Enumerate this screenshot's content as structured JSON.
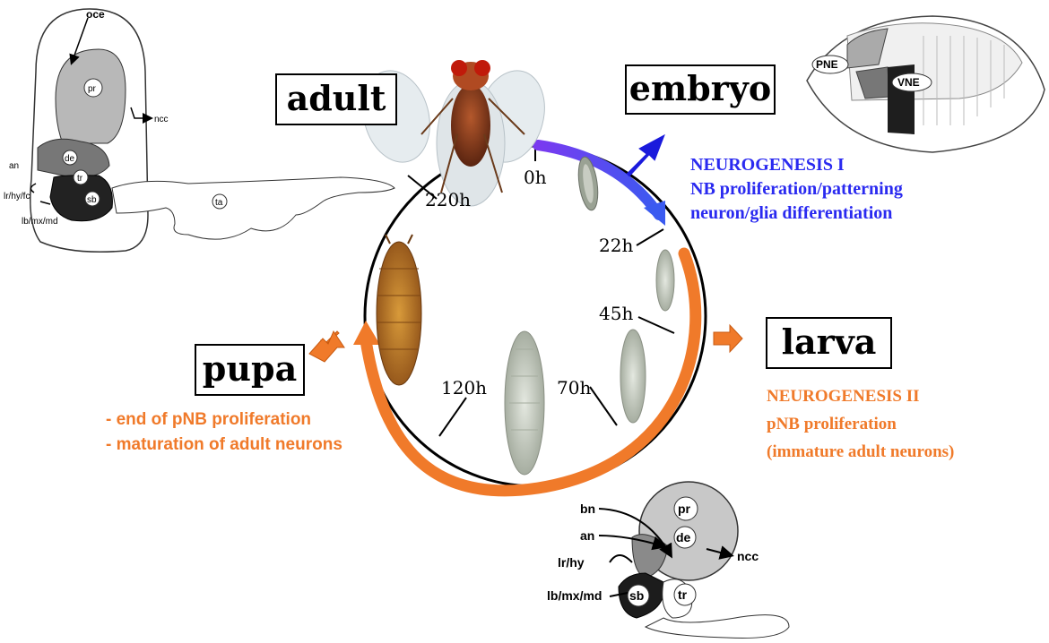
{
  "stages": {
    "adult": "adult",
    "embryo": "embryo",
    "larva": "larva",
    "pupa": "pupa"
  },
  "times": [
    "0h",
    "22h",
    "45h",
    "70h",
    "120h",
    "220h"
  ],
  "neurogenesis_1": {
    "title": "NEUROGENESIS I",
    "line1": "NB proliferation/patterning",
    "line2": "neuron/glia differentiation"
  },
  "neurogenesis_2": {
    "title": "NEUROGENESIS II",
    "line1": "pNB proliferation",
    "line2": "(immature adult neurons)"
  },
  "pupa_notes": {
    "line1": "- end of pNB proliferation",
    "line2": "- maturation of adult neurons"
  },
  "adult_brain_labels": {
    "oce": "oce",
    "pr": "pr",
    "ncc": "ncc",
    "an": "an",
    "de": "de",
    "tr": "tr",
    "sb": "sb",
    "lr_hy_fc": "lr/hy/fc",
    "lb_mx_md": "lb/mx/md",
    "ta": "ta"
  },
  "embryo_labels": {
    "pne": "PNE",
    "vne": "VNE"
  },
  "larva_brain_labels": {
    "pr": "pr",
    "bn": "bn",
    "an": "an",
    "de": "de",
    "ncc": "ncc",
    "lr_hy": "lr/hy",
    "lb_mx_md": "lb/mx/md",
    "sb": "sb",
    "tr": "tr"
  },
  "colors": {
    "blue_accent": "#2a2af0",
    "orange_accent": "#f07a2a",
    "gray_light": "#bdbdbd",
    "gray_mid": "#8f8f8f",
    "gray_dark": "#2b2b2b"
  }
}
